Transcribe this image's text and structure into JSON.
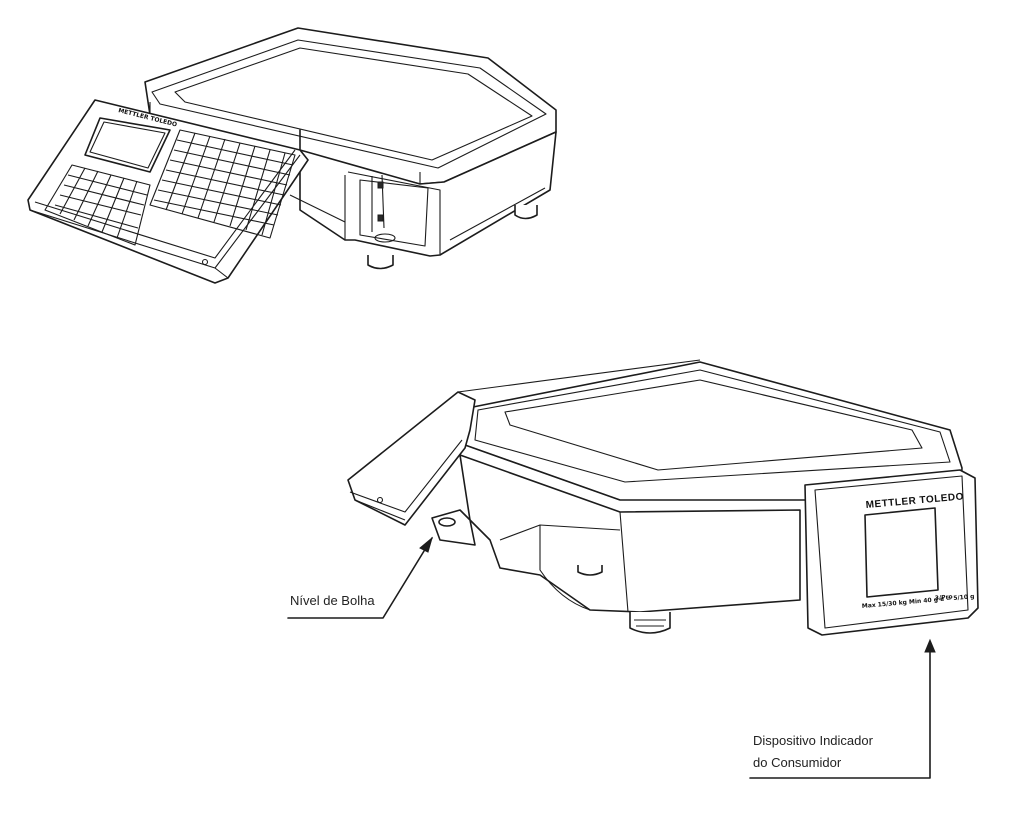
{
  "callouts": {
    "bubble_level": "Nível de Bolha",
    "customer_display_line1": "Dispositivo Indicador",
    "customer_display_line2": "do Consumidor"
  },
  "display_panel": {
    "brand": "METTLER TOLEDO",
    "spec_text": "Max 15/30 kg Min 40 g e = 5/10 g",
    "model_text": "3/Pro"
  },
  "keyboard_panel": {
    "brand": "METTLER TOLEDO"
  }
}
